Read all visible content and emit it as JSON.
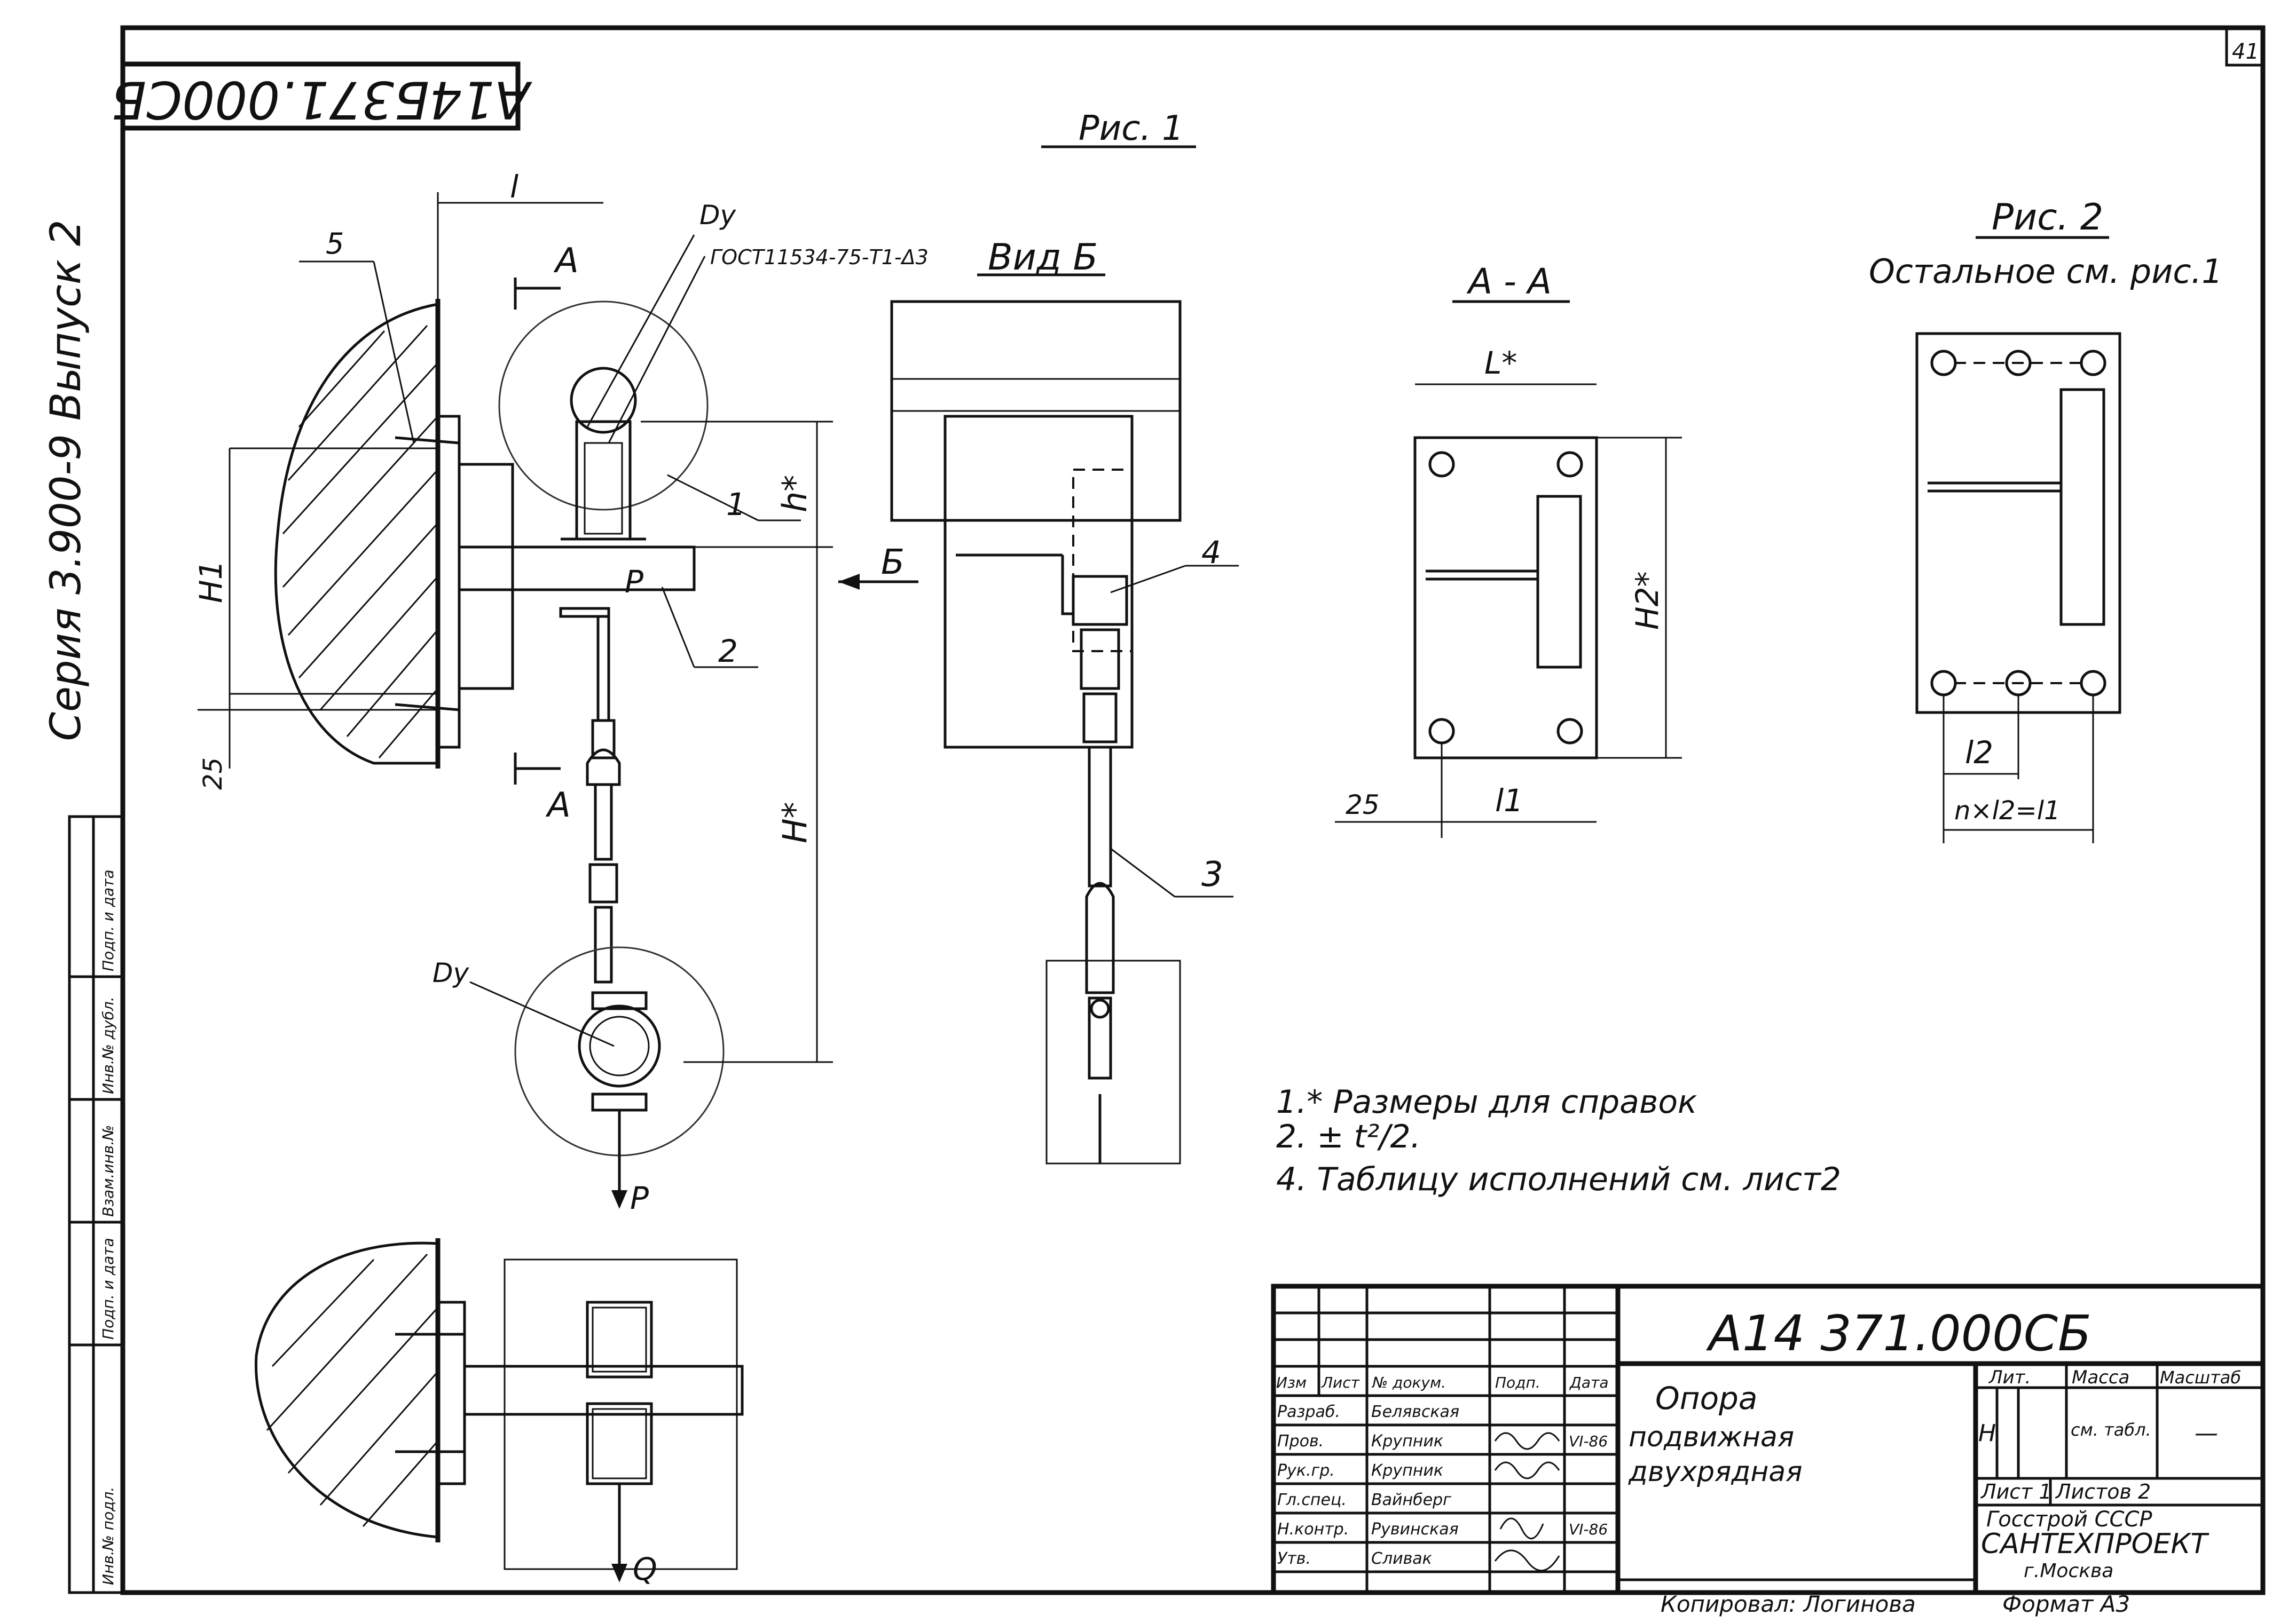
{
  "sheet": {
    "page_number": "41",
    "rotated_code": "A14Б371.000СБ",
    "series_label": "Серия 3.900-9   Выпуск 2",
    "side_columns": [
      "Инв.№ подл.",
      "Подп. и дата",
      "Взам.инв.№",
      "Инв.№ дубл.",
      "Подп. и дата"
    ]
  },
  "figure1": {
    "title": "Рис. 1",
    "dims": {
      "l": "l",
      "dy_top": "Dу",
      "gost": "ГОСТ11534-75-Т1-Δ3",
      "h_star": "h*",
      "H1": "H1",
      "H_star": "H*",
      "d25": "25",
      "dy_bottom": "Dу"
    },
    "section_mark": "А",
    "arrow_b": "Б",
    "load_p": "P",
    "load_q": "Q",
    "callouts": [
      "1",
      "2",
      "3",
      "4",
      "5"
    ]
  },
  "view_b": {
    "title": "Вид Б"
  },
  "section_aa": {
    "title": "А - А",
    "dims": {
      "L_star": "L*",
      "H2_star": "H2*",
      "d25": "25",
      "l1": "l1"
    }
  },
  "figure2": {
    "title": "Рис. 2",
    "subtitle": "Остальное см. рис.1",
    "dims": {
      "l2": "l2",
      "nxl": "n×l2=l1"
    }
  },
  "notes": [
    "1.* Размеры для справок",
    "2. ± t²/2.",
    "4. Таблицу исполнений см. лист2"
  ],
  "title_block": {
    "designation": "А14 371.000СБ",
    "name_lines": [
      "Опора",
      "подвижная",
      "двухрядная"
    ],
    "col_headers": [
      "Изм",
      "Лист",
      "№ докум.",
      "Подп.",
      "Дата"
    ],
    "rows": [
      {
        "role": "Разраб.",
        "name": "Белявская",
        "sign": "",
        "date": ""
      },
      {
        "role": "Пров.",
        "name": "Крупник",
        "sign": "",
        "date": "VI-86"
      },
      {
        "role": "Рук.гр.",
        "name": "Крупник",
        "sign": "",
        "date": ""
      },
      {
        "role": "Гл.спец.",
        "name": "Вайнберг",
        "sign": "",
        "date": ""
      },
      {
        "role": "Н.контр.",
        "name": "Рувинская",
        "sign": "",
        "date": "VI-86"
      },
      {
        "role": "Утв.",
        "name": "Сливак",
        "sign": "",
        "date": ""
      }
    ],
    "lit_header": "Лит.",
    "mass_header": "Масса",
    "scale_header": "Масштаб",
    "lit_value": "Н",
    "mass_value": "см. табл.",
    "scale_value": "—",
    "sheet_label": "Лист 1",
    "sheets_label": "Листов 2",
    "org_lines": [
      "Госстрой СССР",
      "САНТЕХПРОЕКТ",
      "г.Москва"
    ],
    "copied_by": "Копировал: Логинова",
    "format": "Формат А3"
  }
}
